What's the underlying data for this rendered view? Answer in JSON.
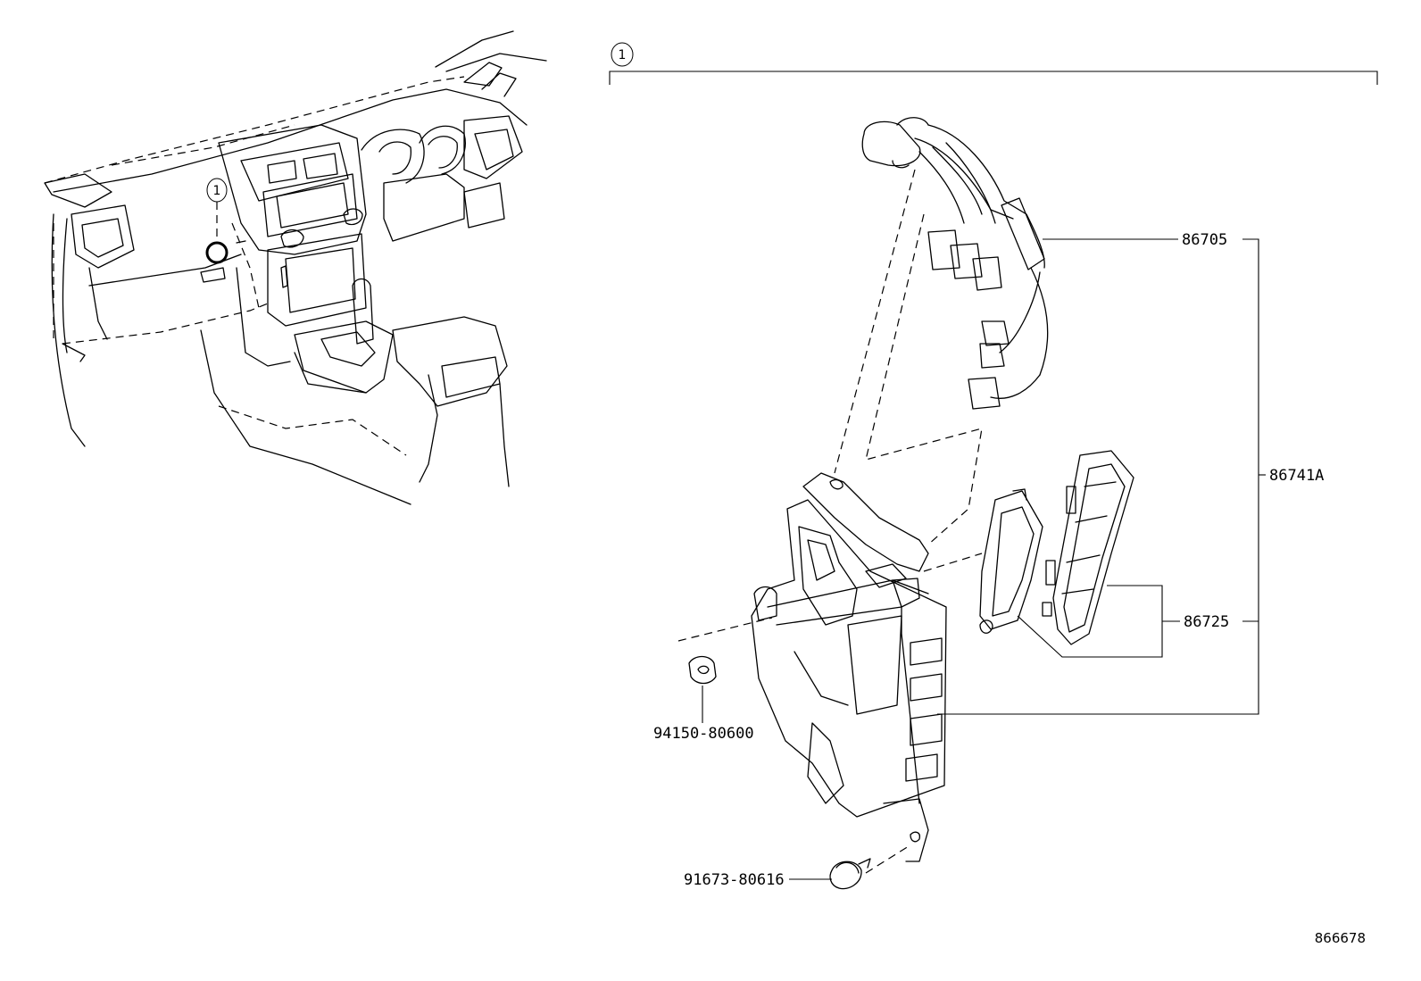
{
  "callout": {
    "marker": "1"
  },
  "parts": {
    "p86705": "86705",
    "p86741A": "86741A",
    "p86725": "86725",
    "p94150": "94150-80600",
    "p91673": "91673-80616"
  },
  "figure_number": "866678"
}
